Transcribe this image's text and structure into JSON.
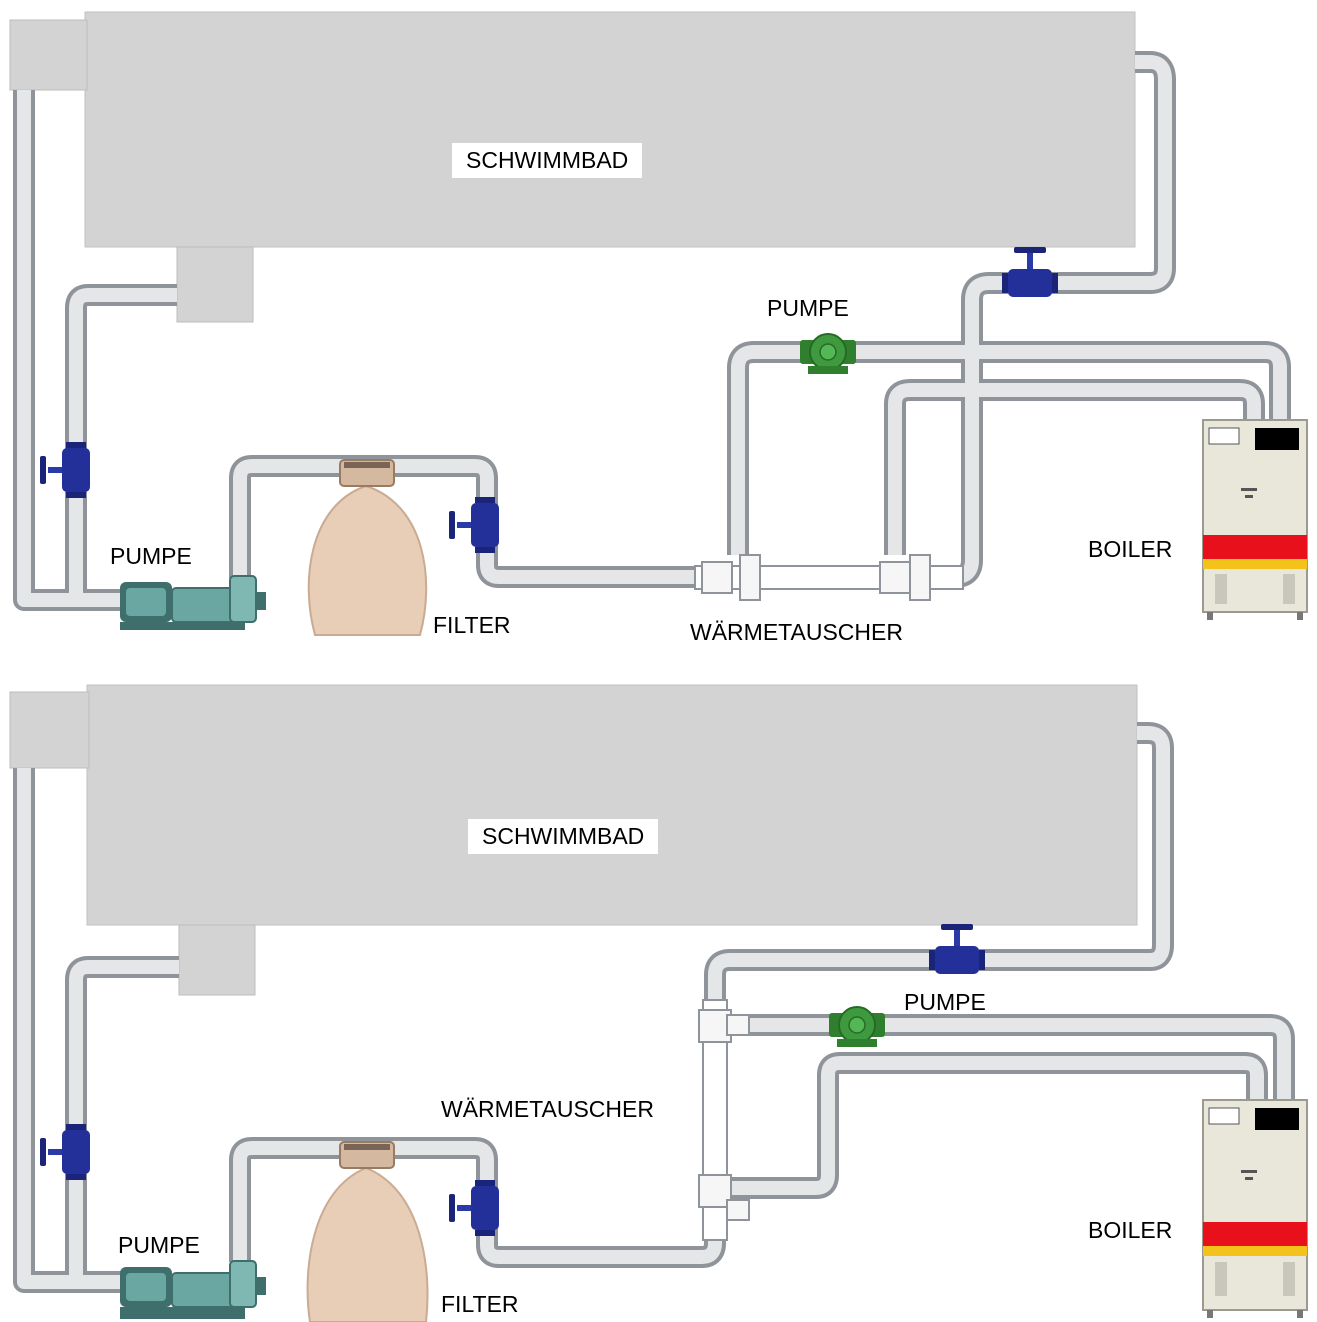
{
  "colors": {
    "pool": "#d3d3d3",
    "pipe_fill": "#e5e6e8",
    "pipe_edge": "#8f949a",
    "valve": "#23309a",
    "circ_pump": "#3f9a3f",
    "main_pump": "#6aa7a2",
    "filter": "#e8cdb7",
    "boiler_body": "#e9e7da",
    "boiler_red": "#e8101a",
    "boiler_yellow": "#f3c21b"
  },
  "icons": [
    "valve-icon",
    "circulation-pump-icon",
    "main-pump-icon",
    "filter-tank-icon",
    "boiler-icon",
    "heat-exchanger-icon"
  ],
  "diagrams": [
    {
      "pool_label": "SCHWIMMBAD",
      "pump_label": "PUMPE",
      "filter_label": "FILTER",
      "heat_exchanger_label": "WÄRMETAUSCHER",
      "circ_pump_label": "PUMPE",
      "boiler_label": "BOILER"
    },
    {
      "pool_label": "SCHWIMMBAD",
      "pump_label": "PUMPE",
      "filter_label": "FILTER",
      "heat_exchanger_label": "WÄRMETAUSCHER",
      "circ_pump_label": "PUMPE",
      "boiler_label": "BOILER"
    }
  ]
}
